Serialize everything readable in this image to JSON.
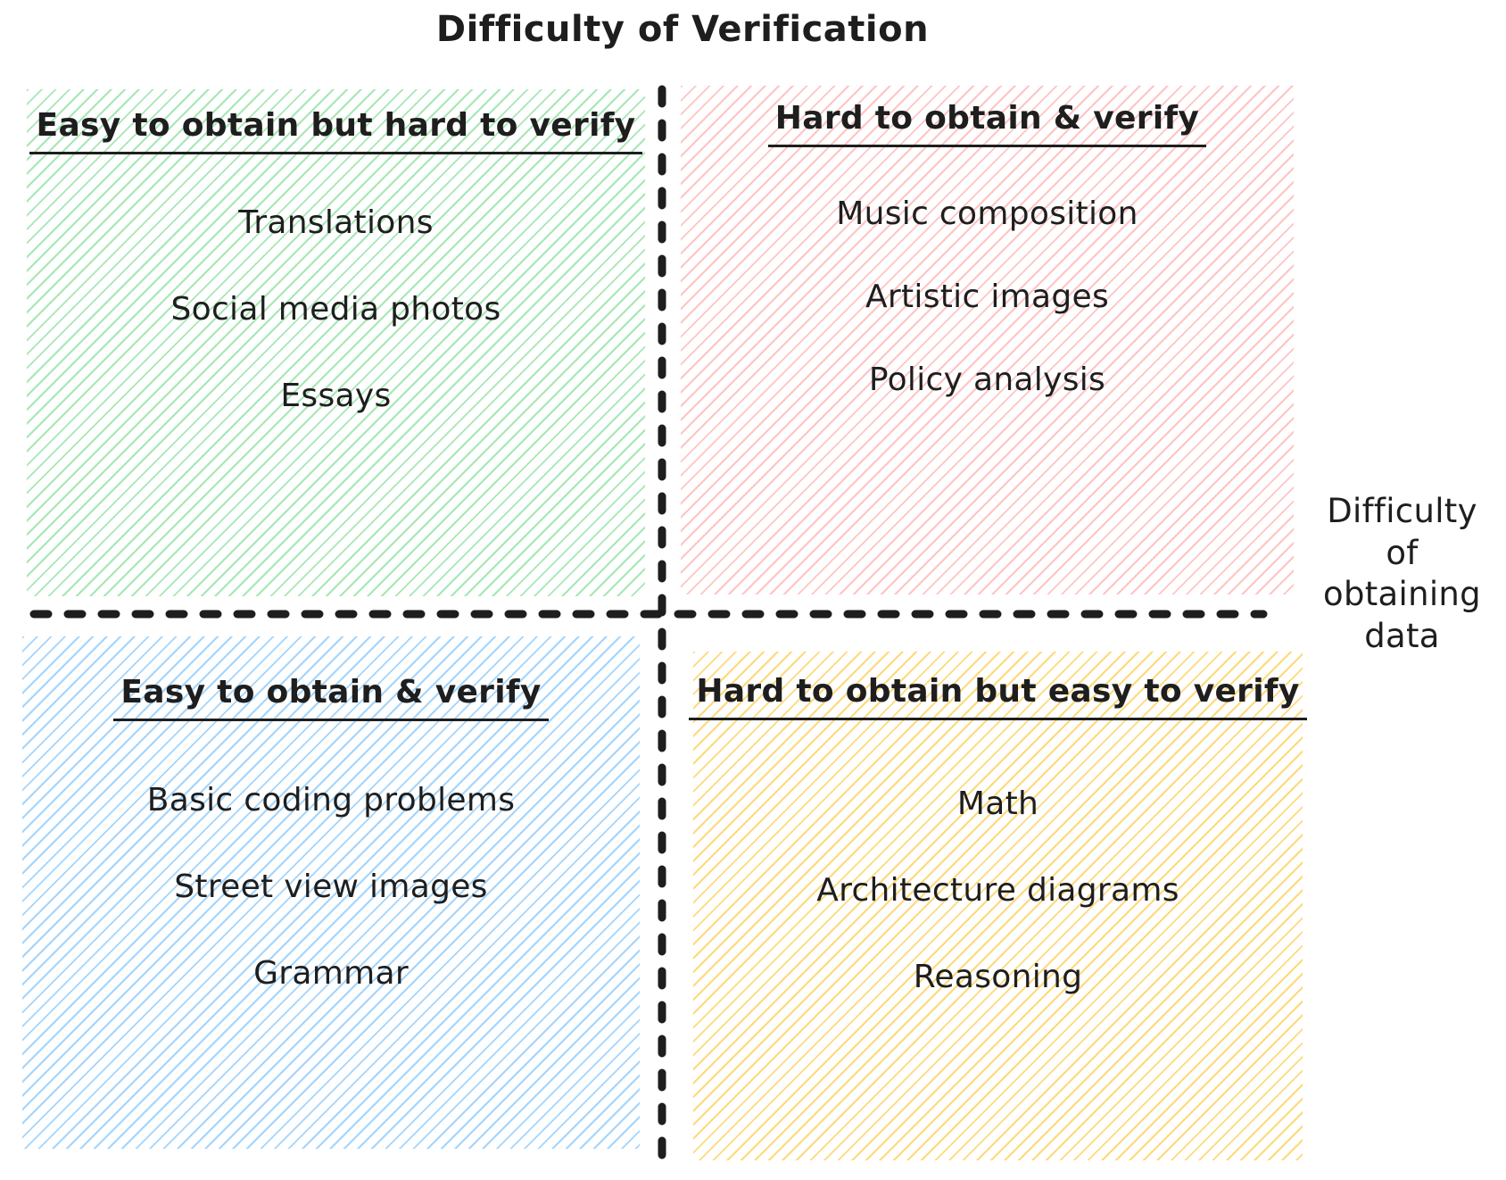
{
  "title": "Difficulty of Verification",
  "y_axis_label": {
    "line1": "Difficulty",
    "line2": "of",
    "line3": "obtaining",
    "line4": "data",
    "full_text": "Difficulty of obtaining data"
  },
  "colors": {
    "ink": "#1e1e1e",
    "background": "#ffffff",
    "green_hatch": "#a6e7b5",
    "red_hatch": "#ffc4c4",
    "blue_hatch": "#a3d5fd",
    "yellow_hatch": "#ffd97a"
  },
  "quadrants": [
    {
      "position": "top-left",
      "heading": "Easy to obtain but hard to verify",
      "items": [
        "Translations",
        "Social media photos",
        "Essays"
      ],
      "hatch_color": "#a6e7b5"
    },
    {
      "position": "top-right",
      "heading": "Hard to obtain & verify",
      "items": [
        "Music composition",
        "Artistic images",
        "Policy analysis"
      ],
      "hatch_color": "#ffc4c4"
    },
    {
      "position": "bottom-left",
      "heading": "Easy to obtain & verify",
      "items": [
        "Basic coding problems",
        "Street view images",
        "Grammar"
      ],
      "hatch_color": "#a3d5fd"
    },
    {
      "position": "bottom-right",
      "heading": "Hard to obtain but easy to verify",
      "items": [
        "Math",
        "Architecture diagrams",
        "Reasoning"
      ],
      "hatch_color": "#ffd97a"
    }
  ]
}
